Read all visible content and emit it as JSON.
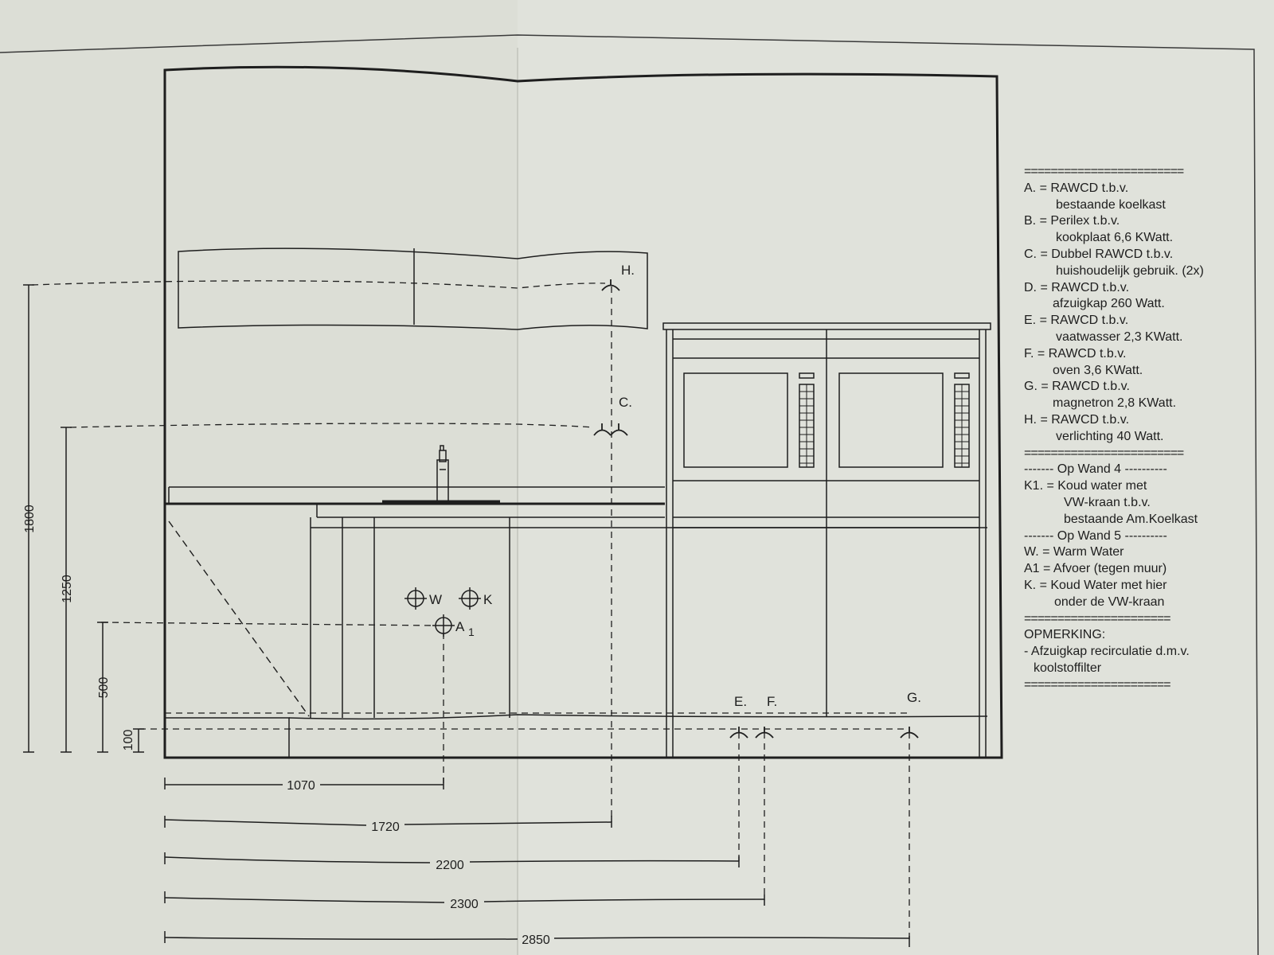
{
  "markers": {
    "h": "H.",
    "c": "C.",
    "e": "E.",
    "f": "F.",
    "g": "G.",
    "w": "W",
    "k": "K",
    "a1": "A",
    "a1_sub": "1"
  },
  "dimensions": {
    "v1800": "1800",
    "v1250": "1250",
    "v500": "500",
    "v100": "100",
    "h1070": "1070",
    "h1720": "1720",
    "h2200": "2200",
    "h2300": "2300",
    "h2850": "2850"
  },
  "legend": {
    "separator": "========================",
    "separator_short": "======================",
    "a_1": "A. = RAWCD t.b.v.",
    "a_2": "bestaande koelkast",
    "b_1": "B. = Perilex t.b.v.",
    "b_2": "kookplaat 6,6 KWatt.",
    "c_1": "C. = Dubbel RAWCD t.b.v.",
    "c_2": "huishoudelijk gebruik. (2x)",
    "d_1": "D. = RAWCD t.b.v.",
    "d_2": "afzuigkap 260 Watt.",
    "e_1": "E. = RAWCD t.b.v.",
    "e_2": "vaatwasser 2,3 KWatt.",
    "f_1": "F. = RAWCD t.b.v.",
    "f_2": "oven 3,6 KWatt.",
    "g_1": "G. = RAWCD t.b.v.",
    "g_2": "magnetron 2,8 KWatt.",
    "h_1": "H. = RAWCD t.b.v.",
    "h_2": "verlichting 40 Watt.",
    "wall4": "------- Op Wand 4 ----------",
    "k1_1": "K1. = Koud water met",
    "k1_2": "VW-kraan t.b.v.",
    "k1_3": "bestaande Am.Koelkast",
    "wall5": "------- Op Wand 5 ----------",
    "w": "W. = Warm Water",
    "a1": "A1 = Afvoer (tegen muur)",
    "k_1": "K.  = Koud Water met hier",
    "k_2": "onder de VW-kraan",
    "remark_title": "OPMERKING:",
    "remark_1": "- Afzuigkap recirculatie d.m.v.",
    "remark_2": "koolstoffilter"
  }
}
